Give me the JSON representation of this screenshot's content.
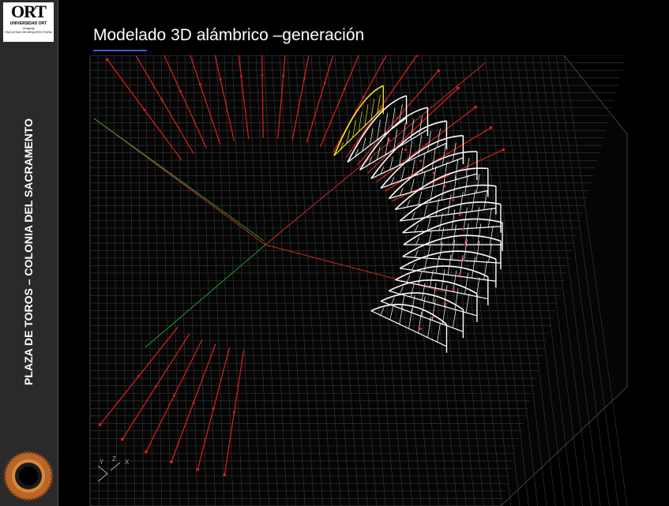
{
  "logo": {
    "text": "ORT",
    "line1": "UNIVERSIDAD ORT",
    "line2": "Uruguay",
    "line3": "FACULTAD DE ARQUITECTURA"
  },
  "sidebar": {
    "vertical_title": "PLAZA DE TOROS – COLONIA DEL SACRAMENTO"
  },
  "slide": {
    "title": "Modelado 3D alámbrico –generación"
  },
  "viewport": {
    "background": "#000000",
    "grid_color": "#3a3a3a",
    "axis_colors": {
      "x": "#cc2a2a",
      "y": "#2a9a2a"
    },
    "ucs_icon": "ucs-axis-icon",
    "ucs_labels": [
      "Y",
      "Z",
      "X"
    ]
  },
  "colors": {
    "radial_lines": "#e02020",
    "arch_frames": "#ffffff",
    "highlighted_frame": "#e8e820",
    "accent": "#3a5bd0"
  }
}
